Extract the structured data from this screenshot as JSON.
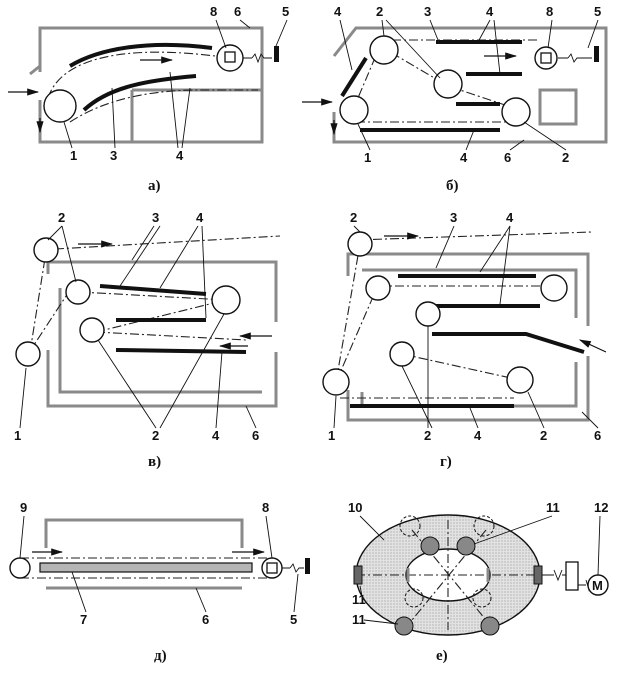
{
  "panels": [
    {
      "id": "a",
      "caption": "а)"
    },
    {
      "id": "b",
      "caption": "б)"
    },
    {
      "id": "v",
      "caption": "в)"
    },
    {
      "id": "g",
      "caption": "г)"
    },
    {
      "id": "d",
      "caption": "д)"
    },
    {
      "id": "e",
      "caption": "е)"
    }
  ],
  "labels": {
    "a": [
      "8",
      "6",
      "5",
      "1",
      "3",
      "4"
    ],
    "b": [
      "4",
      "2",
      "3",
      "4",
      "8",
      "5",
      "1",
      "4",
      "6",
      "2"
    ],
    "v": [
      "2",
      "3",
      "4",
      "1",
      "2",
      "4",
      "6"
    ],
    "g": [
      "2",
      "3",
      "4",
      "1",
      "2",
      "4",
      "2",
      "6"
    ],
    "d": [
      "9",
      "8",
      "7",
      "6",
      "5"
    ],
    "e": [
      "10",
      "11",
      "12",
      "11",
      "11"
    ]
  },
  "motor_label": "M",
  "colors": {
    "wall": "#8a8a8a",
    "ink": "#111111",
    "chamber": "#d9d9d9"
  }
}
